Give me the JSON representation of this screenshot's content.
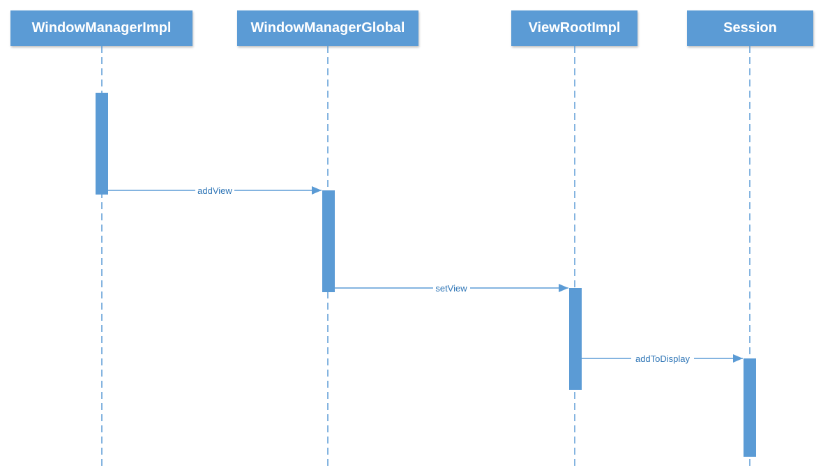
{
  "lifelines": [
    {
      "id": "WindowManagerImpl",
      "label": "WindowManagerImpl"
    },
    {
      "id": "WindowManagerGlobal",
      "label": "WindowManagerGlobal"
    },
    {
      "id": "ViewRootImpl",
      "label": "ViewRootImpl"
    },
    {
      "id": "Session",
      "label": "Session"
    }
  ],
  "messages": [
    {
      "from": "WindowManagerImpl",
      "to": "WindowManagerGlobal",
      "label": "addView"
    },
    {
      "from": "WindowManagerGlobal",
      "to": "ViewRootImpl",
      "label": "setView"
    },
    {
      "from": "ViewRootImpl",
      "to": "Session",
      "label": "addToDisplay"
    }
  ],
  "colors": {
    "box": "#5b9bd5",
    "line": "#5b9bd5",
    "label": "#2e75b6",
    "text": "#ffffff"
  }
}
